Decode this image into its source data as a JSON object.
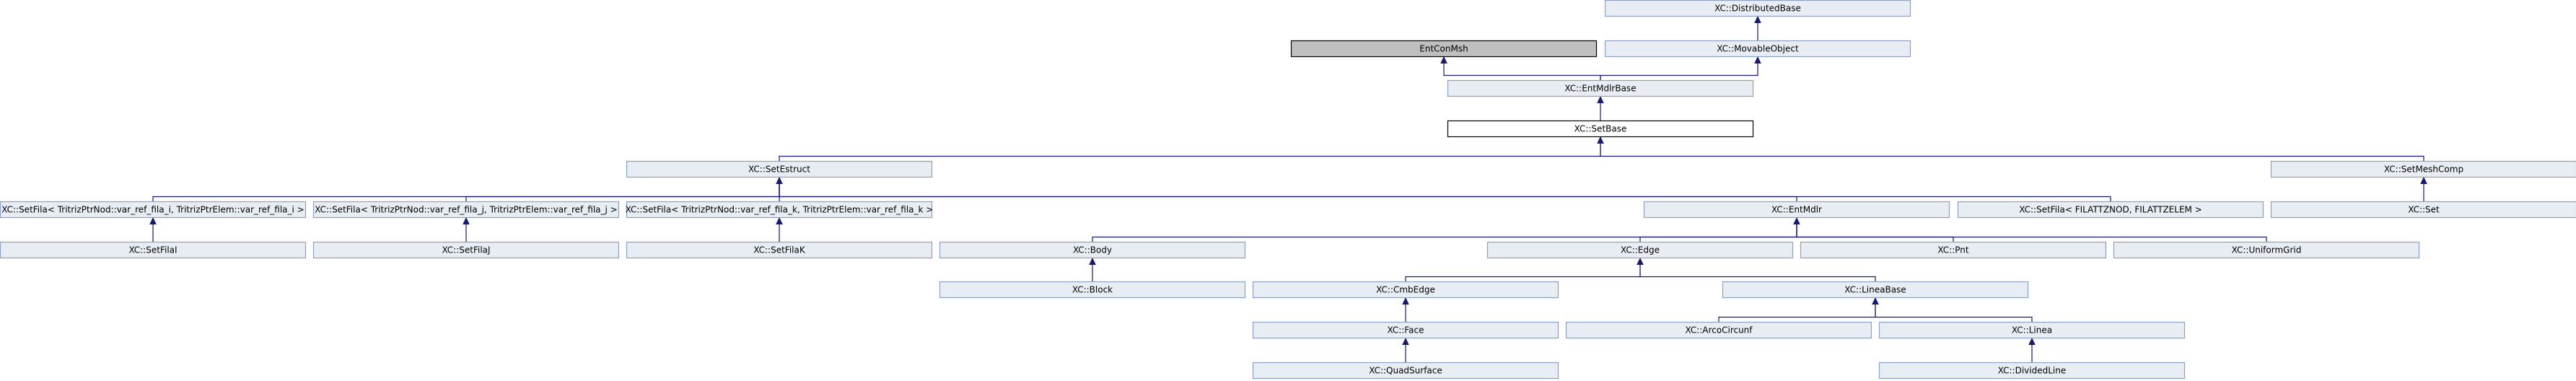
{
  "colors": {
    "node_fill": "#e8edf4",
    "node_border": "#8ea0c0",
    "highlight_fill": "#ffffff",
    "highlight_border": "#000000",
    "external_fill": "#bfbfbf",
    "external_border": "#000000",
    "edge": "#191970"
  },
  "nodes": [
    {
      "id": "distributed_base",
      "name": "class-node-distributed-base",
      "label": "XC::DistributedBase",
      "style": "normal"
    },
    {
      "id": "entconnmsh",
      "name": "class-node-entconnmsh",
      "label": "EntConMsh",
      "style": "external"
    },
    {
      "id": "movable_object",
      "name": "class-node-movable-object",
      "label": "XC::MovableObject",
      "style": "normal"
    },
    {
      "id": "entmdlrbase",
      "name": "class-node-entmdlrbase",
      "label": "XC::EntMdlrBase",
      "style": "normal"
    },
    {
      "id": "setbase",
      "name": "class-node-setbase",
      "label": "XC::SetBase",
      "style": "highlight"
    },
    {
      "id": "setestruct",
      "name": "class-node-setestruct",
      "label": "XC::SetEstruct",
      "style": "normal"
    },
    {
      "id": "setmeshcomp",
      "name": "class-node-setmeshcomp",
      "label": "XC::SetMeshComp",
      "style": "normal"
    },
    {
      "id": "setfila_i",
      "name": "class-node-setfila-i-template",
      "label": "XC::SetFila< TritrizPtrNod::var_ref_fila_i, TritrizPtrElem::var_ref_fila_i >",
      "style": "normal"
    },
    {
      "id": "setfila_j",
      "name": "class-node-setfila-j-template",
      "label": "XC::SetFila< TritrizPtrNod::var_ref_fila_j, TritrizPtrElem::var_ref_fila_j >",
      "style": "normal"
    },
    {
      "id": "setfila_k",
      "name": "class-node-setfila-k-template",
      "label": "XC::SetFila< TritrizPtrNod::var_ref_fila_k, TritrizPtrElem::var_ref_fila_k >",
      "style": "normal"
    },
    {
      "id": "entmdlr",
      "name": "class-node-entmdlr",
      "label": "XC::EntMdlr",
      "style": "normal"
    },
    {
      "id": "setfila_filatt",
      "name": "class-node-setfila-filattz-template",
      "label": "XC::SetFila< FILATTZNOD, FILATTZELEM >",
      "style": "normal"
    },
    {
      "id": "set",
      "name": "class-node-set",
      "label": "XC::Set",
      "style": "normal"
    },
    {
      "id": "setfilai",
      "name": "class-node-setfilai",
      "label": "XC::SetFilaI",
      "style": "normal"
    },
    {
      "id": "setfilaj",
      "name": "class-node-setfilaj",
      "label": "XC::SetFilaJ",
      "style": "normal"
    },
    {
      "id": "setfilak",
      "name": "class-node-setfilak",
      "label": "XC::SetFilaK",
      "style": "normal"
    },
    {
      "id": "body",
      "name": "class-node-body",
      "label": "XC::Body",
      "style": "normal"
    },
    {
      "id": "edge",
      "name": "class-node-edge",
      "label": "XC::Edge",
      "style": "normal"
    },
    {
      "id": "pnt",
      "name": "class-node-pnt",
      "label": "XC::Pnt",
      "style": "normal"
    },
    {
      "id": "uniformgrid",
      "name": "class-node-uniformgrid",
      "label": "XC::UniformGrid",
      "style": "normal"
    },
    {
      "id": "block",
      "name": "class-node-block",
      "label": "XC::Block",
      "style": "normal"
    },
    {
      "id": "cmbedge",
      "name": "class-node-cmbedge",
      "label": "XC::CmbEdge",
      "style": "normal"
    },
    {
      "id": "lineabase",
      "name": "class-node-lineabase",
      "label": "XC::LineaBase",
      "style": "normal"
    },
    {
      "id": "face",
      "name": "class-node-face",
      "label": "XC::Face",
      "style": "normal"
    },
    {
      "id": "arcocircunf",
      "name": "class-node-arcocircunf",
      "label": "XC::ArcoCircunf",
      "style": "normal"
    },
    {
      "id": "linea",
      "name": "class-node-linea",
      "label": "XC::Linea",
      "style": "normal"
    },
    {
      "id": "quadsurface",
      "name": "class-node-quadsurface",
      "label": "XC::QuadSurface",
      "style": "normal"
    },
    {
      "id": "dividedline",
      "name": "class-node-dividedline",
      "label": "XC::DividedLine",
      "style": "normal"
    }
  ],
  "edges": [
    {
      "from": "movable_object",
      "to": "distributed_base"
    },
    {
      "from": "entmdlrbase",
      "to": "entconnmsh"
    },
    {
      "from": "entmdlrbase",
      "to": "movable_object"
    },
    {
      "from": "setbase",
      "to": "entmdlrbase"
    },
    {
      "from": "setestruct",
      "to": "setbase"
    },
    {
      "from": "setmeshcomp",
      "to": "setbase"
    },
    {
      "from": "setfila_i",
      "to": "setestruct"
    },
    {
      "from": "setfila_j",
      "to": "setestruct"
    },
    {
      "from": "setfila_k",
      "to": "setestruct"
    },
    {
      "from": "entmdlr",
      "to": "setestruct"
    },
    {
      "from": "setfila_filatt",
      "to": "setestruct"
    },
    {
      "from": "set",
      "to": "setmeshcomp"
    },
    {
      "from": "setfilai",
      "to": "setfila_i"
    },
    {
      "from": "setfilaj",
      "to": "setfila_j"
    },
    {
      "from": "setfilak",
      "to": "setfila_k"
    },
    {
      "from": "body",
      "to": "entmdlr"
    },
    {
      "from": "edge",
      "to": "entmdlr"
    },
    {
      "from": "pnt",
      "to": "entmdlr"
    },
    {
      "from": "uniformgrid",
      "to": "entmdlr"
    },
    {
      "from": "block",
      "to": "body"
    },
    {
      "from": "cmbedge",
      "to": "edge"
    },
    {
      "from": "lineabase",
      "to": "edge"
    },
    {
      "from": "face",
      "to": "cmbedge"
    },
    {
      "from": "arcocircunf",
      "to": "lineabase"
    },
    {
      "from": "linea",
      "to": "lineabase"
    },
    {
      "from": "quadsurface",
      "to": "face"
    },
    {
      "from": "dividedline",
      "to": "linea"
    }
  ]
}
